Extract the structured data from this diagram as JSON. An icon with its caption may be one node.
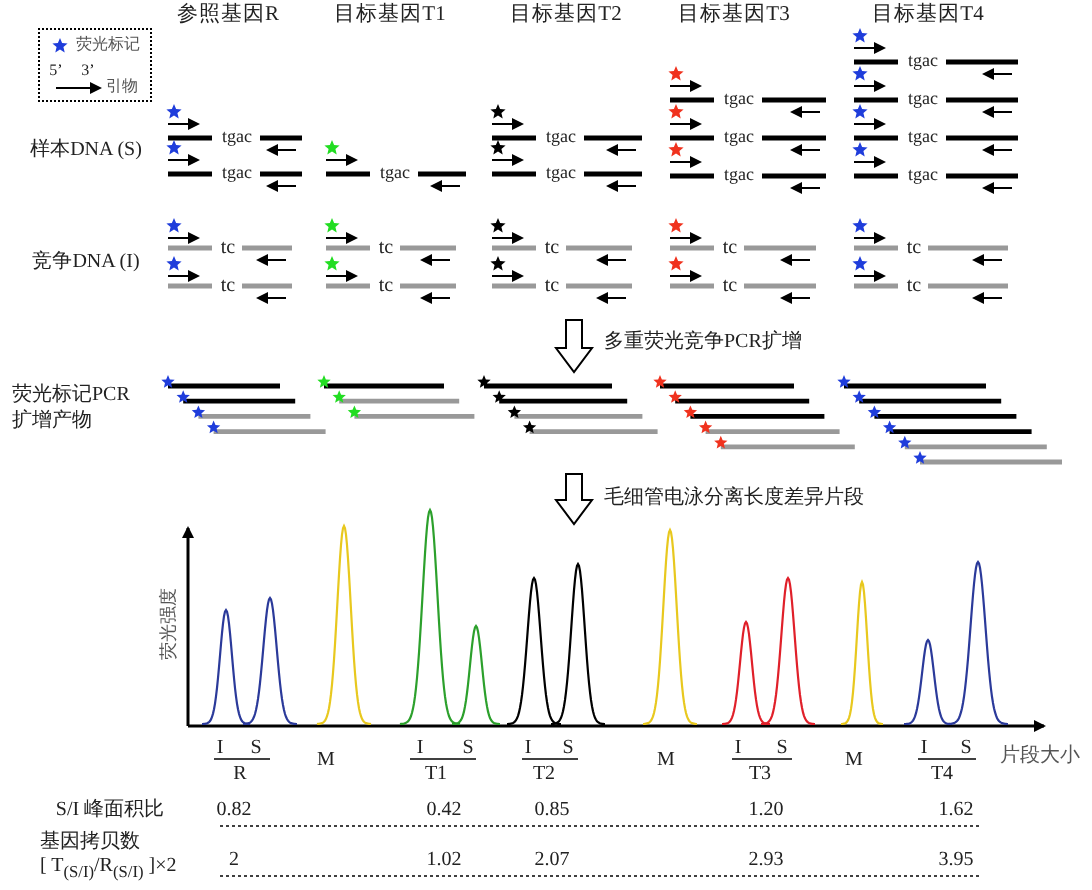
{
  "diagram": {
    "labels": [
      "5’",
      "3’",
      "参照基因R",
      "目标基因T1",
      "目标基因T2",
      "目标基因T3",
      "目标基因T4",
      "样本DNA (S)",
      "tgac",
      "tgac",
      "tgac",
      "tgac",
      "tgac",
      "tgac",
      "tgac",
      "tgac",
      "tgac",
      "tgac",
      "tgac",
      "tgac",
      "竞争DNA (I)",
      "tc",
      "tc",
      "tc",
      "tc",
      "tc",
      "tc",
      "tc",
      "tc",
      "tc",
      "tc",
      "多重荧光竞争PCR扩增",
      "荧光标记PCR扩增产物",
      "毛细管电泳分离长度差异片段",
      "荧光强度",
      "I",
      "S",
      "R",
      "M",
      "I",
      "S",
      "T1",
      "I",
      "S",
      "T2",
      "M",
      "I",
      "S",
      "T3",
      "M",
      "I",
      "S",
      "T4",
      "片段大小",
      "S/I 峰面积比",
      "0.82",
      "0.42",
      "0.85",
      "1.20",
      "1.62",
      "基因拷贝数",
      "[ T$_{(S/I)}$/R$_{(S/I)}$ ]×2",
      "2",
      "1.02",
      "2.07",
      "2.93",
      "3.95"
    ],
    "legend": [
      {
        "text": "荧光标记"
      },
      {
        "text": "引物"
      }
    ]
  }
}
